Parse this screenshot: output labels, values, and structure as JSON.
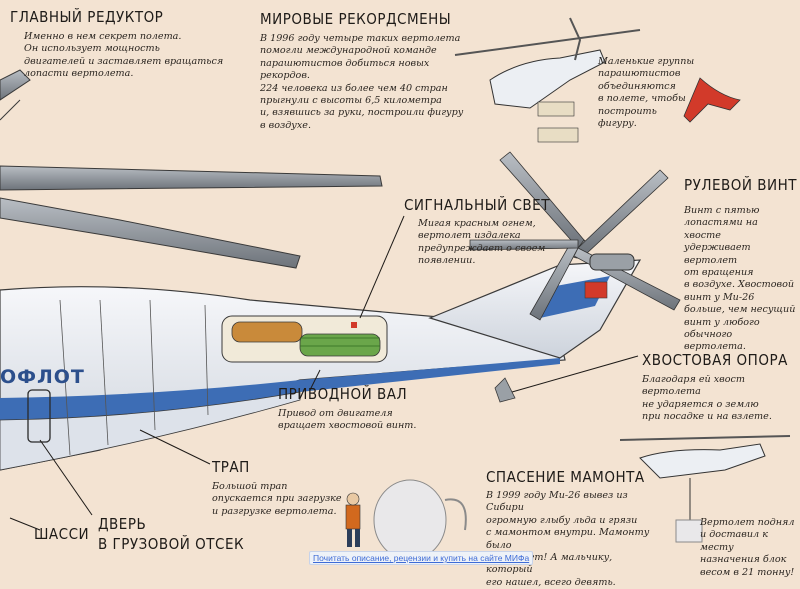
{
  "sections": {
    "main_gearbox": {
      "title": "ГЛАВНЫЙ РЕДУКТОР",
      "text": "Именно в нем секрет полета.\nОн использует мощность\nдвигателей и заставляет вращаться\nлопасти вертолета."
    },
    "world_records": {
      "title": "МИРОВЫЕ РЕКОРДСМЕНЫ",
      "text": "В 1996 году четыре таких вертолета\nпомогли международной команде\nпарашютистов добиться новых рекордов.\n224 человека из более чем 40 стран\nпрыгнули с высоты 6,5 километра\nи, взявшись за руки, построили фигуру\nв воздухе."
    },
    "parachutists": {
      "text": "Маленькие группы\nпарашютистов\nобъединяются\nв полете, чтобы\nпостроить\nфигуру."
    },
    "signal_light": {
      "title": "СИГНАЛЬНЫЙ СВЕТ",
      "text": "Мигая красным огнем,\nвертолет издалека\nпредупреждает о своем\nпоявлении."
    },
    "tail_rotor": {
      "title": "РУЛЕВОЙ ВИНТ",
      "text": "Винт с пятью\nлопастями на хвосте\nудерживает\nвертолет\nот вращения\nв воздухе. Хвостовой\nвинт у Ми-26\nбольше, чем несущий\nвинт у любого\nобычного вертолета."
    },
    "tail_support": {
      "title": "ХВОСТОВАЯ ОПОРА",
      "text": "Благодаря ей хвост вертолета\nне ударяется о землю\nпри посадке и на взлете."
    },
    "drive_shaft": {
      "title": "ПРИВОДНОЙ ВАЛ",
      "text": "Привод от двигателя\nвращает хвостовой винт."
    },
    "ramp": {
      "title": "ТРАП",
      "text": "Большой трап\nопускается при загрузке\nи разгрузке вертолета."
    },
    "mammoth": {
      "title": "СПАСЕНИЕ МАМОНТА",
      "text": "В 1999 году Ми-26 вывез из Сибири\nогромную глыбу льда и грязи\nс мамонтом внутри. Мамонту было\n20 000 лет! А мальчику, который\nего нашел, всего девять."
    },
    "mammoth_lift": {
      "text": "Вертолет поднял\nи доставил к месту\nназначения блок\nвесом в 21 тонну!"
    },
    "chassis": {
      "title": "ШАССИ"
    },
    "cargo_door": {
      "title": "ДВЕРЬ\nВ ГРУЗОВОЙ ОТСЕК"
    }
  },
  "fuselage_text": "ОФЛОТ",
  "ad_link": "Почитать описание, рецензии и купить на сайте МИФа",
  "colors": {
    "background": "#f3e3d2",
    "fuselage": "#eef0f4",
    "stripe_blue": "#3d6db5",
    "tail_red": "#d23a2a",
    "shaft_green": "#6aa64a",
    "shaft_orange": "#c98a3a",
    "blade": "#8a9097"
  }
}
